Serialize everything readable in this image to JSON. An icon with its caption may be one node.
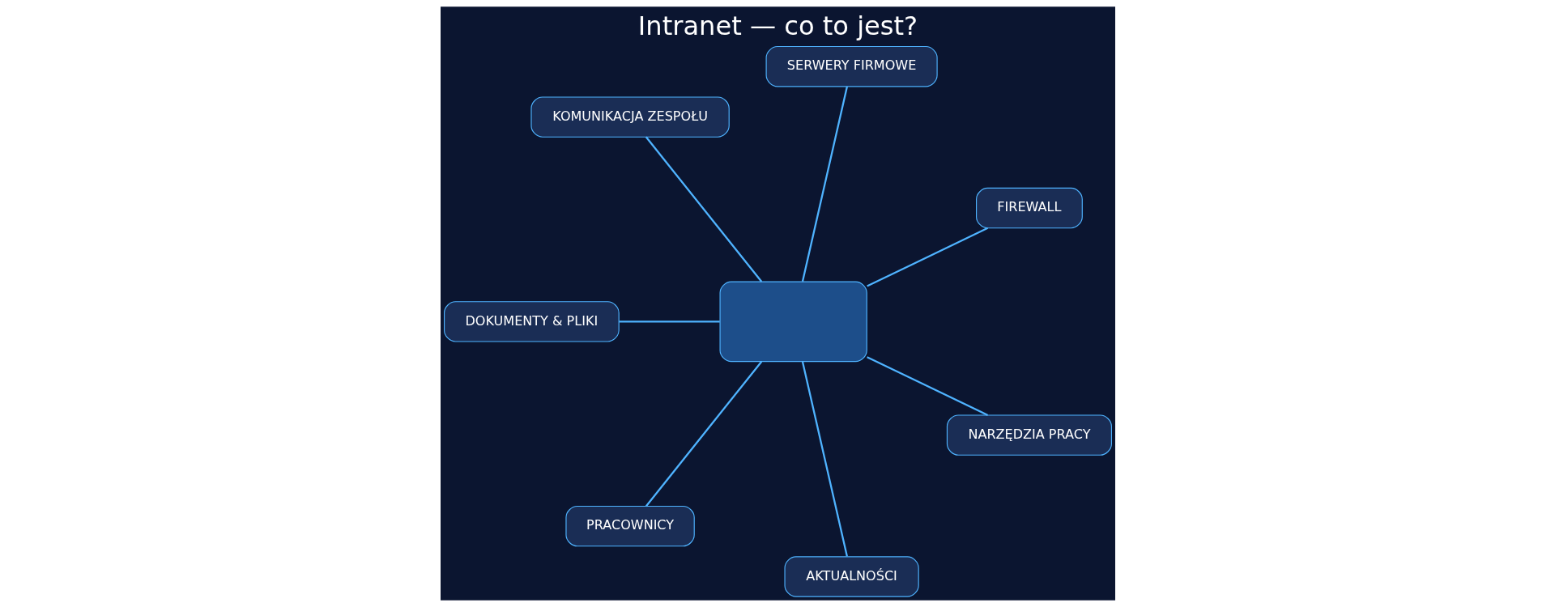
{
  "diagram": {
    "title": "Intranet — co to jest?",
    "nodes": [
      {
        "text": [],
        "shape": "box"
      },
      {
        "text": [
          "FIREWALL"
        ]
      },
      {
        "text": [
          "SERWERY FIRMOWE"
        ]
      },
      {
        "text": [
          "KOMUNIKACJA ZESPOŁU"
        ]
      },
      {
        "text": [
          "DOKUMENTY & PLIKI"
        ]
      },
      {
        "text": [
          "PRACOWNICY"
        ]
      },
      {
        "text": [
          "AKTUALNOŚCI"
        ]
      },
      {
        "text": [
          "NARZĘDZIA PRACY"
        ]
      }
    ],
    "edges": [
      {
        "from": 0,
        "to": 1,
        "arrow": "none"
      },
      {
        "from": 0,
        "to": 2,
        "arrow": "none"
      },
      {
        "from": 0,
        "to": 3,
        "arrow": "none"
      },
      {
        "from": 0,
        "to": 4,
        "arrow": "none"
      },
      {
        "from": 0,
        "to": 5,
        "arrow": "none"
      },
      {
        "from": 0,
        "to": 6,
        "arrow": "none"
      },
      {
        "from": 0,
        "to": 7,
        "arrow": "none"
      }
    ]
  }
}
